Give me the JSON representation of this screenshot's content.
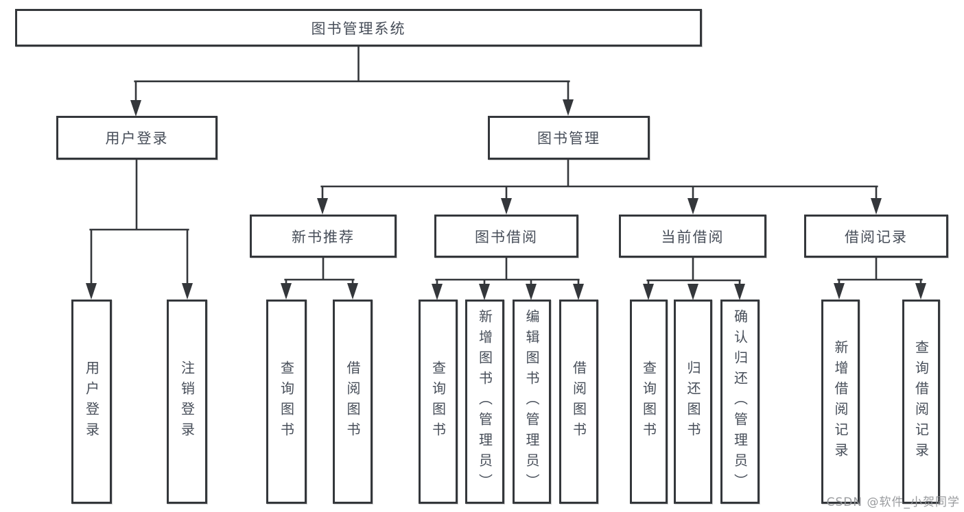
{
  "diagram": {
    "type": "hierarchy-chart",
    "tree": {
      "root": "图书管理系统",
      "level2": [
        {
          "label": "用户登录",
          "children": [
            "用户登录",
            "注销登录"
          ]
        },
        {
          "label": "图书管理",
          "sections": [
            {
              "label": "新书推荐",
              "children": [
                "查询图书",
                "借阅图书"
              ]
            },
            {
              "label": "图书借阅",
              "children": [
                "查询图书",
                "新增图书（管理员）",
                "编辑图书（管理员）",
                "借阅图书"
              ]
            },
            {
              "label": "当前借阅",
              "children": [
                "查询图书",
                "归还图书",
                "确认归还（管理员）"
              ]
            },
            {
              "label": "借阅记录",
              "children": [
                "新增借阅记录",
                "查询借阅记录"
              ]
            }
          ]
        }
      ]
    },
    "colors": {
      "line": "#34373b",
      "box_border": "#34373b",
      "text": "#474e59",
      "background": "#ffffff",
      "watermark": "#949699"
    }
  },
  "watermark": {
    "text": "CSDN @软件_小贺同学"
  }
}
